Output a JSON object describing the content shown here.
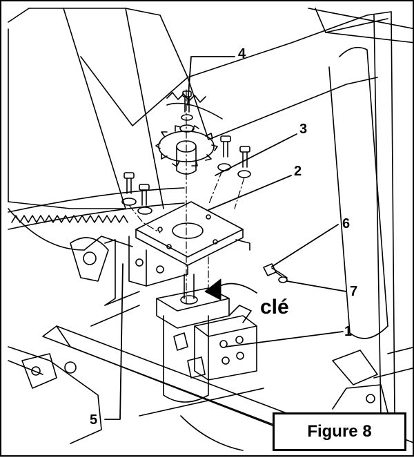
{
  "callouts": [
    {
      "id": "callout-1",
      "label": "1"
    },
    {
      "id": "callout-2",
      "label": "2"
    },
    {
      "id": "callout-3",
      "label": "3"
    },
    {
      "id": "callout-4",
      "label": "4"
    },
    {
      "id": "callout-5",
      "label": "5"
    },
    {
      "id": "callout-6",
      "label": "6"
    },
    {
      "id": "callout-7",
      "label": "7"
    }
  ],
  "key_label": "clé",
  "figure_caption": "Figure 8",
  "colors": {
    "line": "#000000",
    "background": "#ffffff"
  }
}
